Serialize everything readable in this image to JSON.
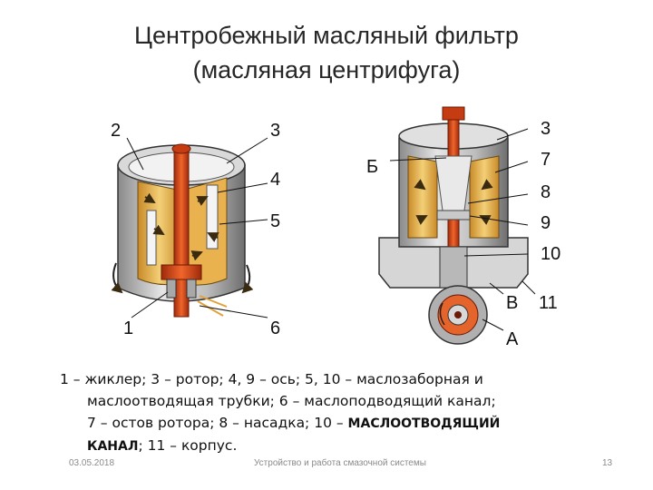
{
  "title": {
    "line1": "Центробежный масляный фильтр",
    "line2": "(масляная центрифуга)"
  },
  "labels": {
    "left": [
      "2",
      "3",
      "4",
      "5",
      "1",
      "6"
    ],
    "right": [
      "3",
      "Б",
      "7",
      "8",
      "9",
      "10",
      "В",
      "11",
      "А"
    ]
  },
  "caption": {
    "line1": "1 – жиклер; 3 – ротор; 4, 9 – ось; 5, 10 – маслозаборная и",
    "line2": "маслоотводящая трубки; 6 – маслоподводящий канал;",
    "line3a": "7 – остов ротора; 8 – насадка; 10 – ",
    "line3b": "МАСЛООТВОДЯЩИЙ",
    "line4a": "КАНАЛ",
    "line4b": "; 11 – корпус."
  },
  "footer": {
    "date": "03.05.2018",
    "subtitle": "Устройство и работа смазочной системы",
    "page": "13"
  },
  "colors": {
    "oil": "#e8b64a",
    "axis": "#d4481e",
    "housing": "#c9c9c9"
  }
}
